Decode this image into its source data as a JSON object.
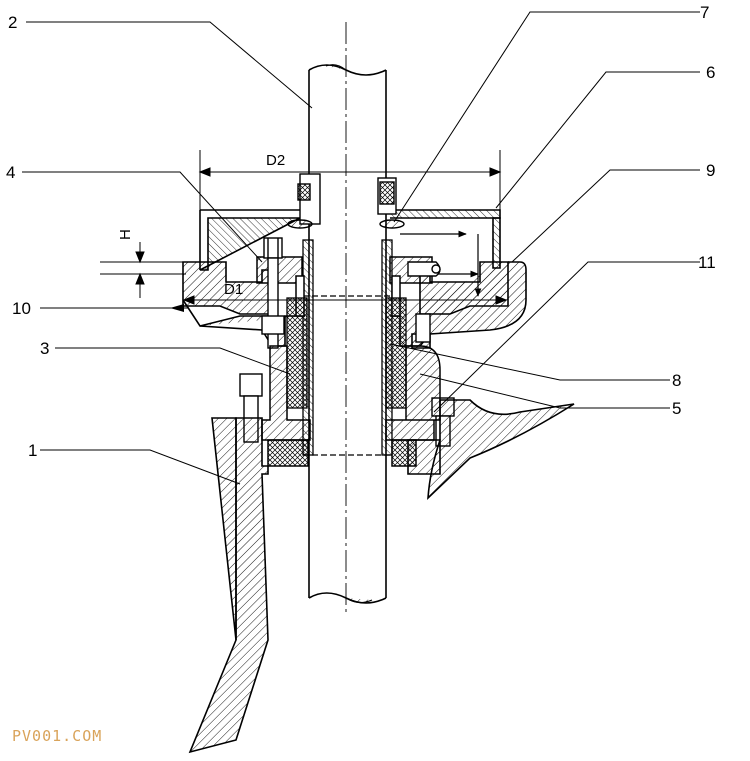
{
  "part_labels": [
    "1",
    "2",
    "3",
    "4",
    "5",
    "6",
    "7",
    "8",
    "9",
    "10",
    "11"
  ],
  "dimensions": {
    "d2": "D2",
    "d1": "D1",
    "h": "H"
  },
  "watermark": "PV001.COM",
  "colors": {
    "line": "#000000",
    "hatch": "#000000",
    "watermark": "#d9a35a",
    "background": "#ffffff"
  }
}
